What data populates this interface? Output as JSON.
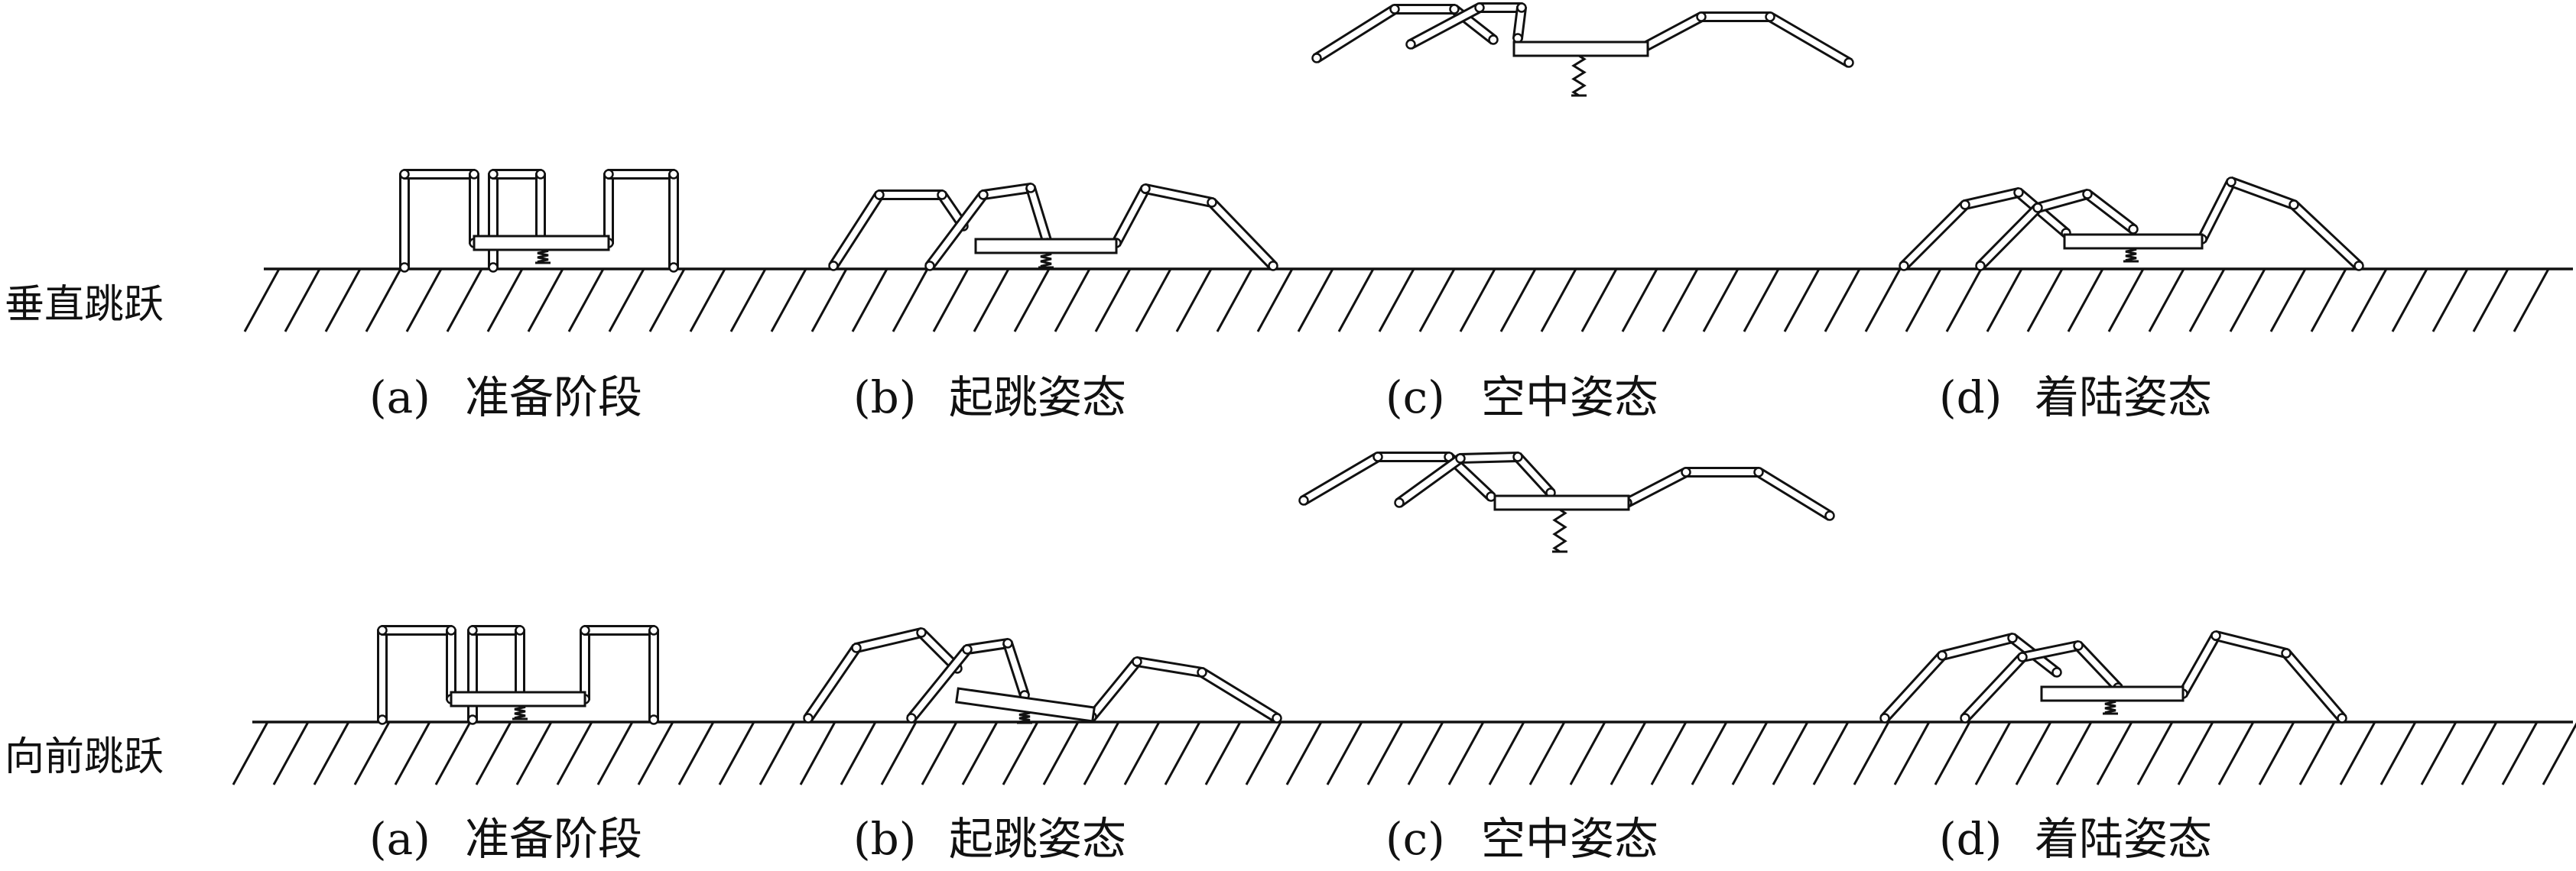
{
  "rows": [
    {
      "title": "垂直跳跃",
      "captions": [
        {
          "tag": "(a)",
          "text": "准备阶段"
        },
        {
          "tag": "(b)",
          "text": "起跳姿态"
        },
        {
          "tag": "(c)",
          "text": "空中姿态"
        },
        {
          "tag": "(d)",
          "text": "着陆姿态"
        }
      ]
    },
    {
      "title": "向前跳跃",
      "captions": [
        {
          "tag": "(a)",
          "text": "准备阶段"
        },
        {
          "tag": "(b)",
          "text": "起跳姿态"
        },
        {
          "tag": "(c)",
          "text": "空中姿态"
        },
        {
          "tag": "(d)",
          "text": "着陆姿态"
        }
      ]
    }
  ]
}
